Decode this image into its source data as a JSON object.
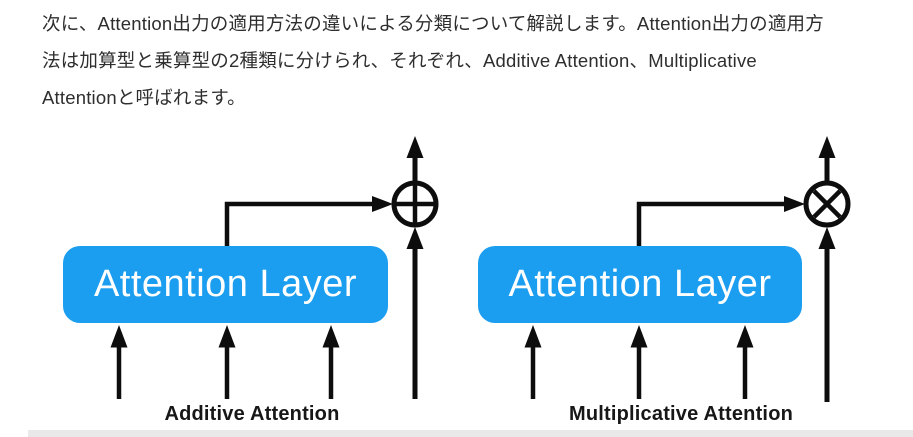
{
  "paragraph": {
    "lines": [
      "次に、Attention出力の適用方法の違いによる分類について解説します。Attention出力の適用方",
      "法は加算型と乗算型の2種類に分けられ、それぞれ、Additive Attention、Multiplicative",
      "Attentionと呼ばれます。"
    ]
  },
  "diagrams": {
    "left": {
      "box_label": "Attention Layer",
      "caption": "Additive Attention",
      "operator_name": "circled-plus",
      "operator_symbol": "⊕"
    },
    "right": {
      "box_label": "Attention Layer",
      "caption": "Multiplicative Attention",
      "operator_name": "circled-times",
      "operator_symbol": "⊗"
    }
  },
  "colors": {
    "box_blue": "#1b9df0",
    "arrow_black": "#0d0d0d",
    "paragraph_text": "#2e2e2e"
  }
}
